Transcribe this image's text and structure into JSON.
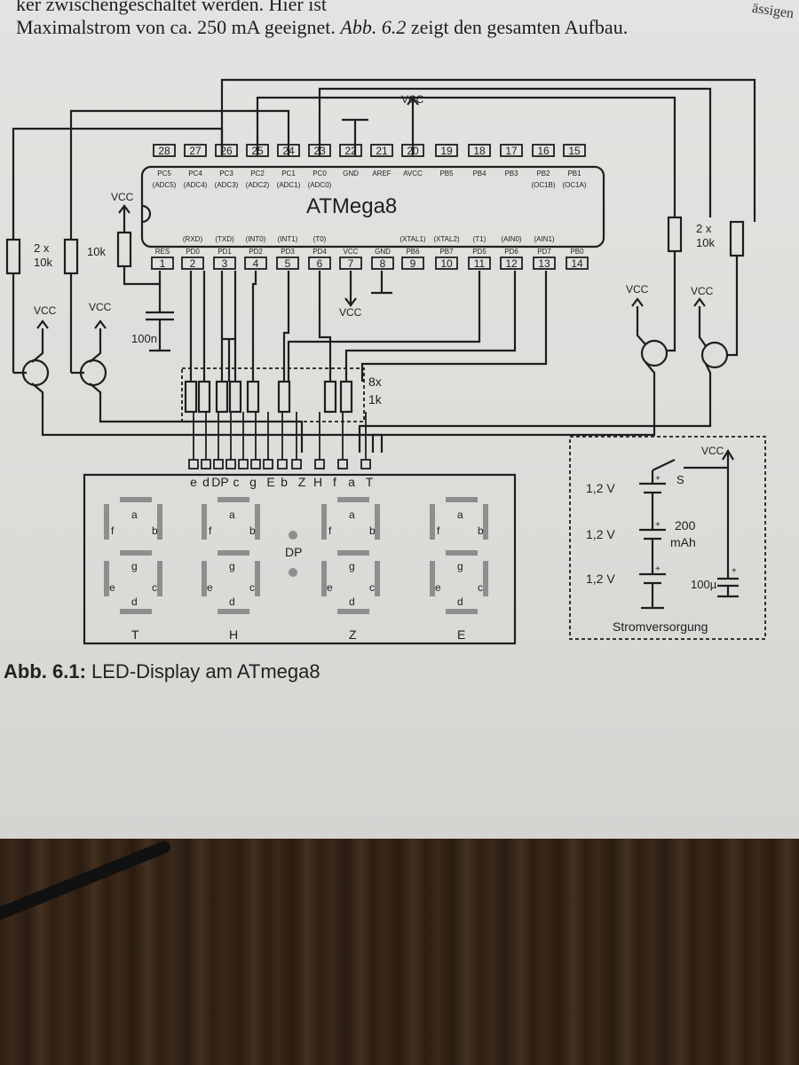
{
  "text": {
    "line1_prefix": "ker zwischengeschaltet werden. Hier ist",
    "line2_prefix": "Maximalstrom von ca. 250 mA geeignet. ",
    "line2_ref": "Abb. 6.2",
    "line2_suffix": " zeigt den gesamten Aufbau.",
    "corner_fragment": "ässigen"
  },
  "caption": {
    "label": "Abb. 6.1:",
    "text": " LED-Display am ATmega8"
  },
  "chip": {
    "name": "ATMega8",
    "top_pins": [
      {
        "num": "28",
        "name": "PC5",
        "alt": "(ADC5)"
      },
      {
        "num": "27",
        "name": "PC4",
        "alt": "(ADC4)"
      },
      {
        "num": "26",
        "name": "PC3",
        "alt": "(ADC3)"
      },
      {
        "num": "25",
        "name": "PC2",
        "alt": "(ADC2)"
      },
      {
        "num": "24",
        "name": "PC1",
        "alt": "(ADC1)"
      },
      {
        "num": "23",
        "name": "PC0",
        "alt": "(ADC0)"
      },
      {
        "num": "22",
        "name": "GND",
        "alt": ""
      },
      {
        "num": "21",
        "name": "AREF",
        "alt": ""
      },
      {
        "num": "20",
        "name": "AVCC",
        "alt": ""
      },
      {
        "num": "19",
        "name": "PB5",
        "alt": ""
      },
      {
        "num": "18",
        "name": "PB4",
        "alt": ""
      },
      {
        "num": "17",
        "name": "PB3",
        "alt": ""
      },
      {
        "num": "16",
        "name": "PB2",
        "alt": "(OC1B)"
      },
      {
        "num": "15",
        "name": "PB1",
        "alt": "(OC1A)"
      }
    ],
    "bottom_pins": [
      {
        "num": "1",
        "name": "RES",
        "alt": ""
      },
      {
        "num": "2",
        "name": "PD0",
        "alt": "(RXD)"
      },
      {
        "num": "3",
        "name": "PD1",
        "alt": "(TXD)"
      },
      {
        "num": "4",
        "name": "PD2",
        "alt": "(INT0)"
      },
      {
        "num": "5",
        "name": "PD3",
        "alt": "(INT1)"
      },
      {
        "num": "6",
        "name": "PD4",
        "alt": "(T0)"
      },
      {
        "num": "7",
        "name": "VCC",
        "alt": ""
      },
      {
        "num": "8",
        "name": "GND",
        "alt": ""
      },
      {
        "num": "9",
        "name": "PB6",
        "alt": "(XTAL1)"
      },
      {
        "num": "10",
        "name": "PB7",
        "alt": "(XTAL2)"
      },
      {
        "num": "11",
        "name": "PD5",
        "alt": "(T1)"
      },
      {
        "num": "12",
        "name": "PD6",
        "alt": "(AIN0)"
      },
      {
        "num": "13",
        "name": "PD7",
        "alt": "(AIN1)"
      },
      {
        "num": "14",
        "name": "PB0",
        "alt": ""
      }
    ]
  },
  "labels": {
    "vcc": "VCC",
    "cap_100n": "100n",
    "r_10k": "10k",
    "r_2x": "2 x",
    "r_2x_val": "10k",
    "rnet_count": "8x",
    "rnet_val": "1k",
    "dp": "DP"
  },
  "connector_labels": [
    "e",
    "d",
    "DP",
    "c",
    "g",
    "E",
    "b",
    "Z",
    "H",
    "f",
    "a",
    "T"
  ],
  "digits": [
    {
      "name": "T"
    },
    {
      "name": "H"
    },
    {
      "name": "Z"
    },
    {
      "name": "E"
    }
  ],
  "segment_letters": [
    "a",
    "b",
    "c",
    "d",
    "e",
    "f",
    "g"
  ],
  "power": {
    "title": "Stromversorgung",
    "battery_v": "1,2 V",
    "capacity_val": "200",
    "capacity_unit": "mAh",
    "cap_label": "100µ",
    "switch_label": "S",
    "plus": "+"
  }
}
